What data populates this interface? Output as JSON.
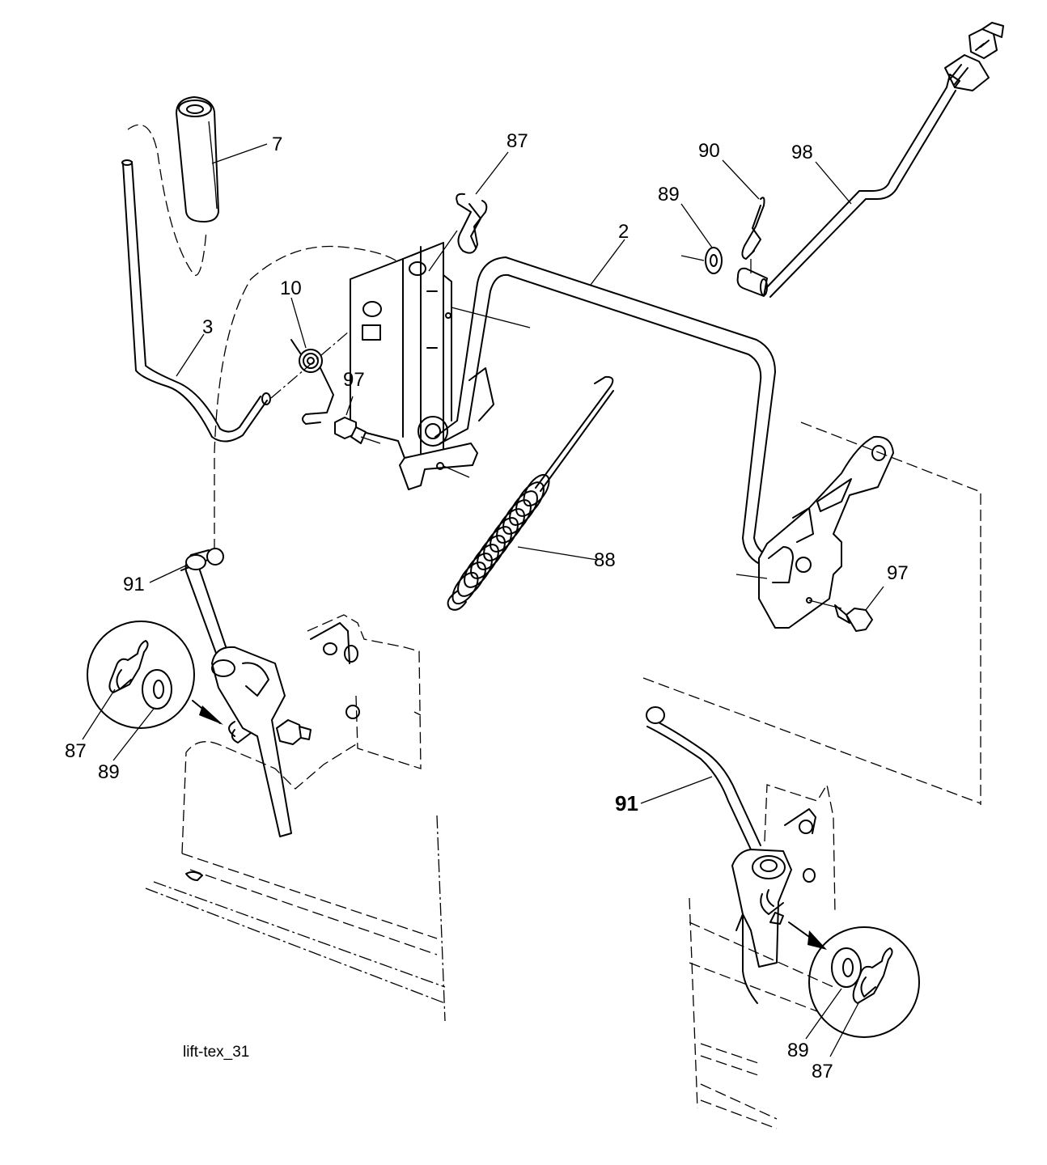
{
  "labels": {
    "p7": "7",
    "p87_top": "87",
    "p90": "90",
    "p98": "98",
    "p89_top": "89",
    "p2": "2",
    "p10": "10",
    "p3": "3",
    "p97_left": "97",
    "p88": "88",
    "p97_right": "97",
    "p91_left": "91",
    "p87_left": "87",
    "p89_left": "89",
    "p91_right": "91",
    "p89_right": "89",
    "p87_right": "87"
  },
  "caption": "lift-tex_31"
}
